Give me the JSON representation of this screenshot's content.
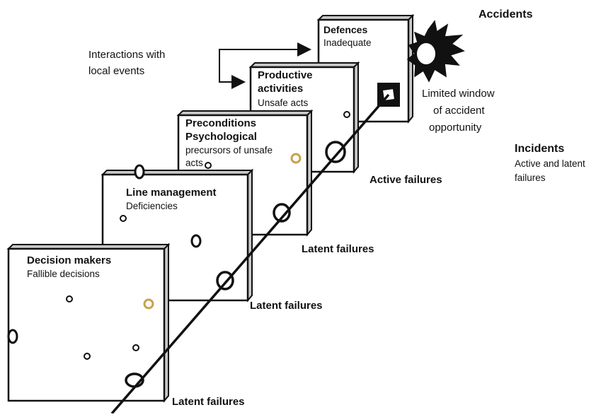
{
  "accidents_label": "Accidents",
  "interactions": {
    "line1": "Interactions with",
    "line2": "local events"
  },
  "limited_window": {
    "line1": "Limited window",
    "line2": "of accident",
    "line3": "opportunity"
  },
  "incidents": {
    "title": "Incidents",
    "line1": "Active and latent",
    "line2": "failures"
  },
  "layers": {
    "defences": {
      "title": "Defences",
      "sub": "Inadequate"
    },
    "productive": {
      "title1": "Productive",
      "title2": "activities",
      "sub": "Unsafe acts"
    },
    "preconditions": {
      "title1": "Preconditions",
      "title2": "Psychological",
      "sub1": "precursors of unsafe",
      "sub2": "acts"
    },
    "line_management": {
      "title": "Line management",
      "sub": "Deficiencies"
    },
    "decision_makers": {
      "title": "Decision makers",
      "sub": "Fallible decisions"
    }
  },
  "failure_labels": {
    "active": "Active failures",
    "latent_1": "Latent failures",
    "latent_2": "Latent failures",
    "latent_3": "Latent failures"
  },
  "colors": {
    "ink": "#111111",
    "slab_face": "#ffffff",
    "slab_side": "#c8c8c8",
    "hole_highlight": "#c8a24a"
  }
}
